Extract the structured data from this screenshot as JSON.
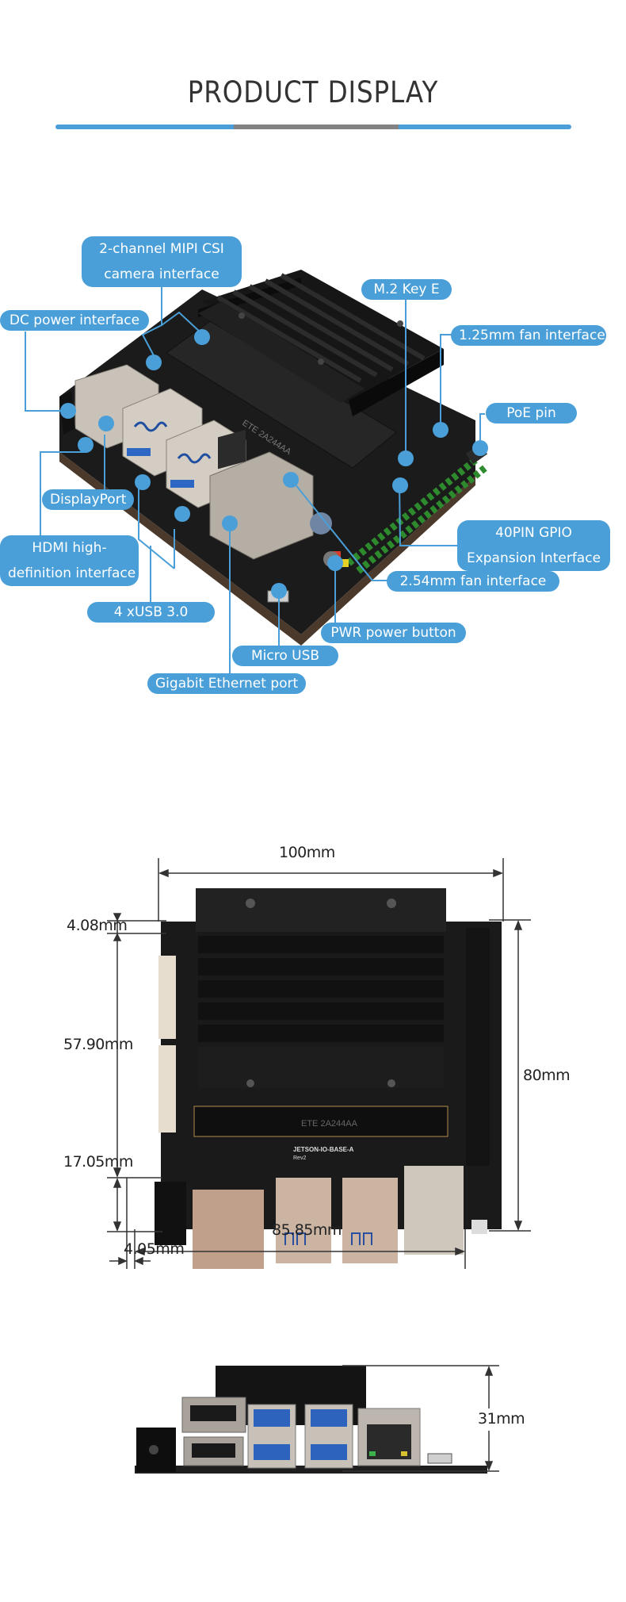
{
  "header": {
    "title": "PRODUCT DISPLAY",
    "accent_color": "#4a9fd8",
    "divider_mid_color": "#828282"
  },
  "annotated_board": {
    "callouts": [
      {
        "id": "mipi-csi",
        "lines": [
          "2-channel MIPI CSI",
          "camera interface"
        ]
      },
      {
        "id": "dc-power",
        "lines": [
          "DC power interface"
        ]
      },
      {
        "id": "m2-key-e",
        "lines": [
          "M.2 Key E"
        ]
      },
      {
        "id": "fan-125",
        "lines": [
          "1.25mm fan interface"
        ]
      },
      {
        "id": "poe-pin",
        "lines": [
          "PoE pin"
        ]
      },
      {
        "id": "displayport",
        "lines": [
          "DisplayPort"
        ]
      },
      {
        "id": "gpio-40pin",
        "lines": [
          "40PIN GPIO",
          "Expansion Interface"
        ]
      },
      {
        "id": "hdmi",
        "lines": [
          "HDMI high-",
          "definition interface"
        ]
      },
      {
        "id": "fan-254",
        "lines": [
          "2.54mm fan interface"
        ]
      },
      {
        "id": "usb3",
        "lines": [
          "4 xUSB 3.0"
        ]
      },
      {
        "id": "pwr-button",
        "lines": [
          "PWR power button"
        ]
      },
      {
        "id": "micro-usb",
        "lines": [
          "Micro USB"
        ]
      },
      {
        "id": "ethernet",
        "lines": [
          "Gigabit Ethernet port"
        ]
      }
    ]
  },
  "top_view": {
    "board_silkscreen": "JETSON-IO-BASE-A",
    "board_rev": "Rev2",
    "connector_marking": "TE 2A244AA",
    "dimensions": {
      "width": "100mm",
      "height": "80mm",
      "top_margin": "4.08mm",
      "mid_section": "57.90mm",
      "port_section": "17.05mm",
      "left_offset": "4.05mm",
      "port_span": "85.85mm"
    }
  },
  "side_view": {
    "dimensions": {
      "height": "31mm"
    }
  }
}
